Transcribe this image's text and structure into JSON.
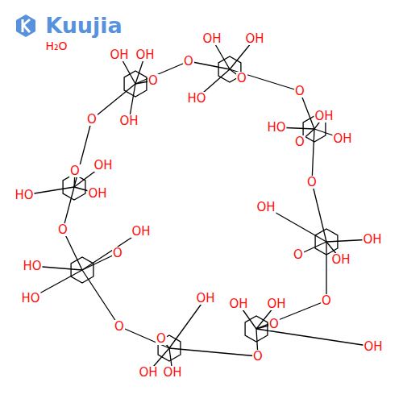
{
  "diagram": {
    "labels": [
      "Kuujia",
      "H₂O",
      "OH",
      "OH",
      "O",
      "OH",
      "O",
      "OH",
      "OH",
      "O",
      "HO",
      "O",
      "OH",
      "HO",
      "OH",
      "O",
      "O",
      "OH",
      "OH",
      "O",
      "OH",
      "O",
      "OH",
      "OH",
      "O",
      "OH",
      "O",
      "OH",
      "OH",
      "O",
      "OH",
      "O",
      "O",
      "OH",
      "HO",
      "HO",
      "O",
      "OH",
      "HO",
      "OH",
      "O",
      "O"
    ]
  }
}
